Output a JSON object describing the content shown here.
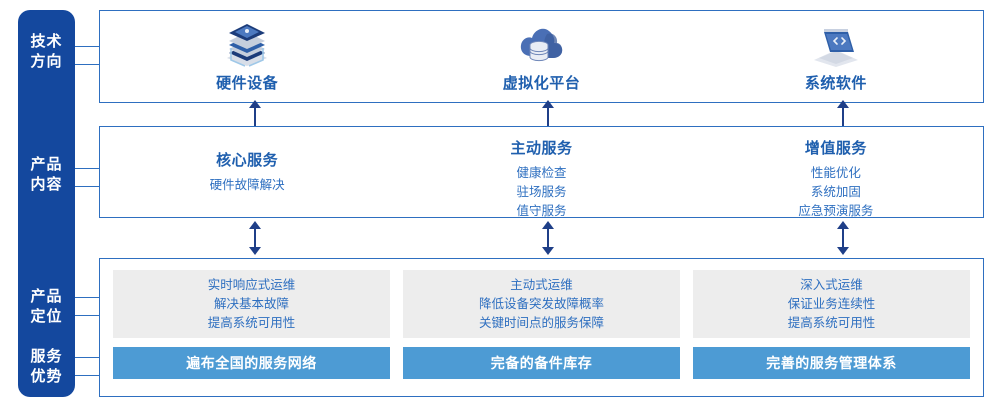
{
  "colors": {
    "rail_blue": "#14489E",
    "border_blue": "#2E6FC0",
    "text_blue": "#1F5FAE",
    "bar_blue": "#4D9BD4",
    "gray_panel": "#EDEDED",
    "arrow_blue": "#1F3F88"
  },
  "rail": {
    "labels": [
      {
        "line1": "技术",
        "line2": "方向"
      },
      {
        "line1": "产品",
        "line2": "内容"
      },
      {
        "line1": "产品",
        "line2": "定位"
      },
      {
        "line1": "服务",
        "line2": "优势"
      }
    ]
  },
  "tech_direction": {
    "items": [
      {
        "icon": "server-stack-icon",
        "title": "硬件设备"
      },
      {
        "icon": "cloud-database-icon",
        "title": "虚拟化平台"
      },
      {
        "icon": "laptop-code-icon",
        "title": "系统软件"
      }
    ]
  },
  "product_content": {
    "columns": [
      {
        "title": "核心服务",
        "items": [
          "硬件故障解决"
        ]
      },
      {
        "title": "主动服务",
        "items": [
          "健康检查",
          "驻场服务",
          "值守服务"
        ]
      },
      {
        "title": "增值服务",
        "items": [
          "性能优化",
          "系统加固",
          "应急预演服务"
        ]
      }
    ]
  },
  "product_position": {
    "columns": [
      {
        "items": [
          "实时响应式运维",
          "解决基本故障",
          "提高系统可用性"
        ]
      },
      {
        "items": [
          "主动式运维",
          "降低设备突发故障概率",
          "关键时间点的服务保障"
        ]
      },
      {
        "items": [
          "深入式运维",
          "保证业务连续性",
          "提高系统可用性"
        ]
      }
    ]
  },
  "service_advantage": {
    "bars": [
      "遍布全国的服务网络",
      "完备的备件库存",
      "完善的服务管理体系"
    ]
  }
}
